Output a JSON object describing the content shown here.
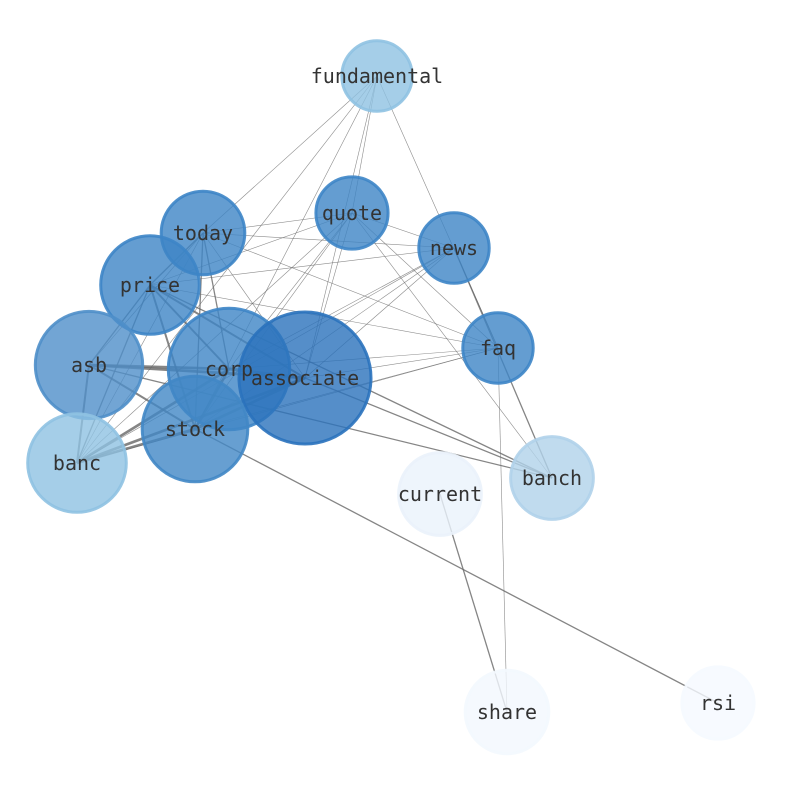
{
  "graph": {
    "nodes": [
      {
        "id": "fundamental",
        "label": "fundamental",
        "weight": 0.3,
        "color": "#8fc2e2"
      },
      {
        "id": "quote",
        "label": "quote",
        "weight": 0.32,
        "color": "#3d85c6"
      },
      {
        "id": "today",
        "label": "today",
        "weight": 0.45,
        "color": "#3d85c6"
      },
      {
        "id": "news",
        "label": "news",
        "weight": 0.3,
        "color": "#3d85c6"
      },
      {
        "id": "price",
        "label": "price",
        "weight": 0.62,
        "color": "#3d85c6"
      },
      {
        "id": "faq",
        "label": "faq",
        "weight": 0.3,
        "color": "#3d85c6"
      },
      {
        "id": "asb",
        "label": "asb",
        "weight": 0.72,
        "color": "#4f8fc9"
      },
      {
        "id": "corp",
        "label": "corp",
        "weight": 0.88,
        "color": "#3d85c6"
      },
      {
        "id": "associate",
        "label": "associate",
        "weight": 1.0,
        "color": "#2a72bc"
      },
      {
        "id": "stock",
        "label": "stock",
        "weight": 0.7,
        "color": "#4187c5"
      },
      {
        "id": "banc",
        "label": "banc",
        "weight": 0.62,
        "color": "#8fc2e2"
      },
      {
        "id": "banch",
        "label": "banch",
        "weight": 0.44,
        "color": "#b0d2ea"
      },
      {
        "id": "current",
        "label": "current",
        "weight": 0.44,
        "color": "#eaf2fb"
      },
      {
        "id": "share",
        "label": "share",
        "weight": 0.45,
        "color": "#f3f8fe"
      },
      {
        "id": "rsi",
        "label": "rsi",
        "weight": 0.32,
        "color": "#f5f9ff"
      }
    ],
    "edges": [
      {
        "source": "fundamental",
        "target": "today",
        "weight": 1
      },
      {
        "source": "fundamental",
        "target": "quote",
        "weight": 1
      },
      {
        "source": "fundamental",
        "target": "faq",
        "weight": 1
      },
      {
        "source": "fundamental",
        "target": "stock",
        "weight": 1
      },
      {
        "source": "fundamental",
        "target": "associate",
        "weight": 1
      },
      {
        "source": "fundamental",
        "target": "banc",
        "weight": 1
      },
      {
        "source": "quote",
        "target": "today",
        "weight": 1
      },
      {
        "source": "quote",
        "target": "news",
        "weight": 1
      },
      {
        "source": "quote",
        "target": "faq",
        "weight": 1
      },
      {
        "source": "quote",
        "target": "price",
        "weight": 1
      },
      {
        "source": "quote",
        "target": "associate",
        "weight": 1
      },
      {
        "source": "quote",
        "target": "stock",
        "weight": 1
      },
      {
        "source": "quote",
        "target": "corp",
        "weight": 1
      },
      {
        "source": "quote",
        "target": "banch",
        "weight": 1
      },
      {
        "source": "quote",
        "target": "banc",
        "weight": 1
      },
      {
        "source": "today",
        "target": "news",
        "weight": 1
      },
      {
        "source": "today",
        "target": "faq",
        "weight": 1
      },
      {
        "source": "today",
        "target": "price",
        "weight": 2
      },
      {
        "source": "today",
        "target": "corp",
        "weight": 2
      },
      {
        "source": "today",
        "target": "stock",
        "weight": 2
      },
      {
        "source": "today",
        "target": "asb",
        "weight": 1
      },
      {
        "source": "today",
        "target": "banc",
        "weight": 1
      },
      {
        "source": "today",
        "target": "associate",
        "weight": 1
      },
      {
        "source": "news",
        "target": "faq",
        "weight": 1
      },
      {
        "source": "news",
        "target": "price",
        "weight": 1
      },
      {
        "source": "news",
        "target": "corp",
        "weight": 1
      },
      {
        "source": "news",
        "target": "associate",
        "weight": 1
      },
      {
        "source": "news",
        "target": "stock",
        "weight": 1
      },
      {
        "source": "news",
        "target": "banc",
        "weight": 1
      },
      {
        "source": "news",
        "target": "banch",
        "weight": 2
      },
      {
        "source": "price",
        "target": "asb",
        "weight": 2
      },
      {
        "source": "price",
        "target": "corp",
        "weight": 3
      },
      {
        "source": "price",
        "target": "associate",
        "weight": 3
      },
      {
        "source": "price",
        "target": "stock",
        "weight": 3
      },
      {
        "source": "price",
        "target": "banc",
        "weight": 2
      },
      {
        "source": "price",
        "target": "banch",
        "weight": 2
      },
      {
        "source": "price",
        "target": "faq",
        "weight": 1
      },
      {
        "source": "faq",
        "target": "associate",
        "weight": 1
      },
      {
        "source": "faq",
        "target": "stock",
        "weight": 1
      },
      {
        "source": "faq",
        "target": "corp",
        "weight": 1
      },
      {
        "source": "faq",
        "target": "share",
        "weight": 1
      },
      {
        "source": "faq",
        "target": "banc",
        "weight": 1
      },
      {
        "source": "asb",
        "target": "corp",
        "weight": 4
      },
      {
        "source": "asb",
        "target": "associate",
        "weight": 4
      },
      {
        "source": "asb",
        "target": "stock",
        "weight": 3
      },
      {
        "source": "asb",
        "target": "banc",
        "weight": 3
      },
      {
        "source": "asb",
        "target": "banch",
        "weight": 2
      },
      {
        "source": "corp",
        "target": "associate",
        "weight": 4
      },
      {
        "source": "corp",
        "target": "stock",
        "weight": 4
      },
      {
        "source": "corp",
        "target": "banc",
        "weight": 4
      },
      {
        "source": "associate",
        "target": "stock",
        "weight": 4
      },
      {
        "source": "associate",
        "target": "banc",
        "weight": 4
      },
      {
        "source": "associate",
        "target": "banch",
        "weight": 2
      },
      {
        "source": "stock",
        "target": "banc",
        "weight": 4
      },
      {
        "source": "stock",
        "target": "rsi",
        "weight": 2
      },
      {
        "source": "current",
        "target": "share",
        "weight": 2
      }
    ],
    "edge_color": "#666666"
  }
}
